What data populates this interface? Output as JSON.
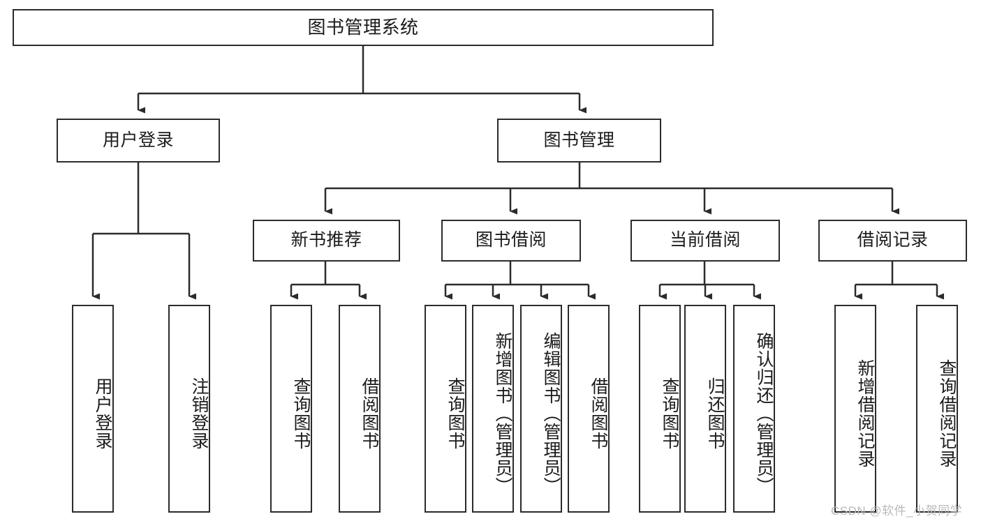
{
  "diagram": {
    "title": "图书管理系统",
    "type": "tree-hierarchy-chart",
    "root": {
      "label": "图书管理系统"
    },
    "level2": [
      {
        "label": "用户登录"
      },
      {
        "label": "图书管理"
      }
    ],
    "level3": [
      {
        "label": "新书推荐"
      },
      {
        "label": "图书借阅"
      },
      {
        "label": "当前借阅"
      },
      {
        "label": "借阅记录"
      }
    ],
    "leaves": {
      "user_login": [
        {
          "label": "用户登录"
        },
        {
          "label": "注销登录"
        }
      ],
      "new_book_recommend": [
        {
          "label": "查询图书"
        },
        {
          "label": "借阅图书"
        }
      ],
      "book_borrow": [
        {
          "label": "查询图书"
        },
        {
          "label": "新增图书（管理员）"
        },
        {
          "label": "编辑图书（管理员）"
        },
        {
          "label": "借阅图书"
        }
      ],
      "current_borrow": [
        {
          "label": "查询图书"
        },
        {
          "label": "归还图书"
        },
        {
          "label": "确认归还（管理员）"
        }
      ],
      "borrow_record": [
        {
          "label": "新增借阅记录"
        },
        {
          "label": "查询借阅记录"
        }
      ]
    }
  },
  "watermark": {
    "text": "CSDN @软件_小贺同学"
  },
  "colors": {
    "border": "#2b2b2b",
    "text": "#1b1b1b",
    "background": "#ffffff",
    "watermark": "#b9b9b9"
  }
}
